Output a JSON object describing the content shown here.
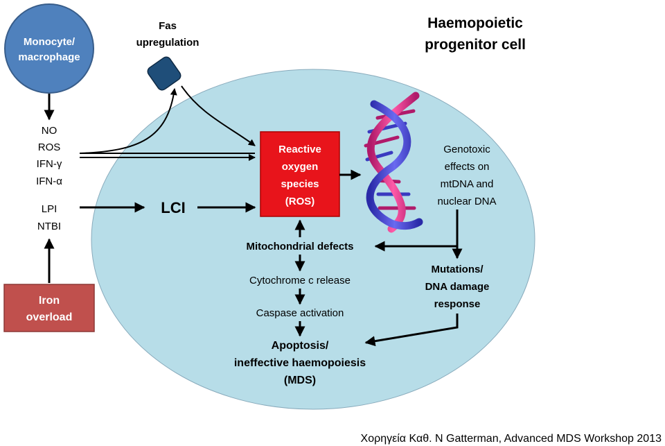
{
  "cell": {
    "title_line1": "Haemopoietic",
    "title_line2": "progenitor cell"
  },
  "monocyte": {
    "line1": "Monocyte/",
    "line2": "macrophage"
  },
  "iron_overload": {
    "line1": "Iron",
    "line2": "overload"
  },
  "fas": {
    "line1": "Fas",
    "line2": "upregulation"
  },
  "mediators": {
    "no": "NO",
    "ros": "ROS",
    "ifn_gamma": "IFN-γ",
    "ifn_alpha": "IFN-α",
    "lpi": "LPI",
    "ntbi": "NTBI"
  },
  "lci": "LCI",
  "ros_box": {
    "line1": "Reactive",
    "line2": "oxygen",
    "line3": "species",
    "line4": "(ROS)"
  },
  "genotoxic": {
    "line1": "Genotoxic",
    "line2": "effects on",
    "line3": "mtDNA and",
    "line4": "nuclear DNA"
  },
  "mutations": {
    "line1": "Mutations/",
    "line2": "DNA damage",
    "line3": "response"
  },
  "mito": "Mitochondrial defects",
  "cytochrome": "Cytochrome c release",
  "caspase": "Caspase activation",
  "apoptosis": {
    "line1": "Apoptosis/",
    "line2": "ineffective haemopoiesis",
    "line3": "(MDS)"
  },
  "credit": "Χορηγεία Καθ. N Gatterman,  Advanced MDS Workshop 2013",
  "colors": {
    "cell_fill": "#b7dde8",
    "monocyte_fill": "#4f81bd",
    "iron_fill": "#c0504d",
    "ros_fill": "#e8141b",
    "fas_fill": "#1f4e79"
  }
}
